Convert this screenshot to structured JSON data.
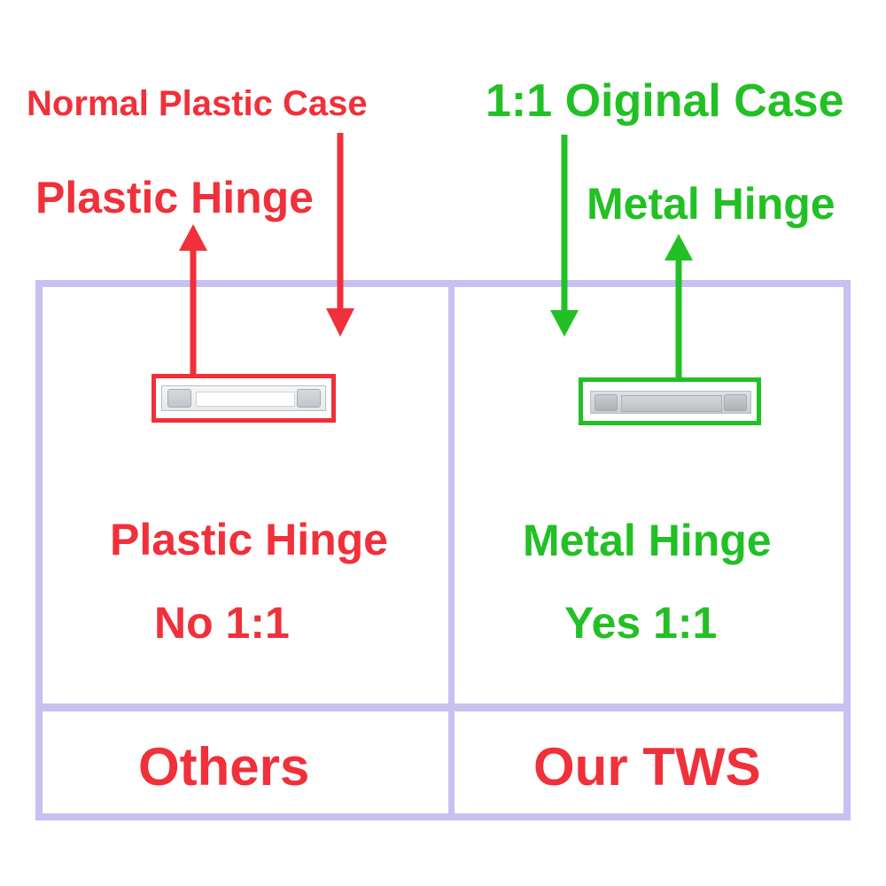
{
  "colors": {
    "accent_red": "#f0303a",
    "accent_green": "#22c025",
    "frame": "#c9bff0"
  },
  "others": {
    "case_label": "Normal Plastic Case",
    "hinge_label": "Plastic Hinge",
    "material_text": "Plastic Hinge",
    "match_text": "No 1:1",
    "column_label": "Others"
  },
  "ours": {
    "case_label": "1:1 Oiginal Case",
    "hinge_label": "Metal Hinge",
    "material_text": "Metal Hinge",
    "match_text": "Yes 1:1",
    "column_label": "Our TWS"
  }
}
